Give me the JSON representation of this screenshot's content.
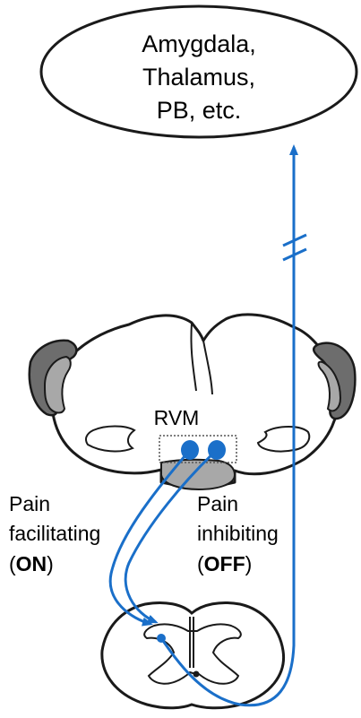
{
  "target_label": {
    "lines": [
      "Amygdala,",
      "Thalamus,",
      "PB, etc."
    ]
  },
  "rvm_label": "RVM",
  "facilitating_label": {
    "line1": "Pain",
    "line2": "facilitating",
    "open": "(",
    "strong": "ON",
    "close": ")"
  },
  "inhibiting_label": {
    "line1": "Pain",
    "line2": "inhibiting",
    "open": "(",
    "strong": "OFF",
    "close": ")"
  },
  "colors": {
    "pathway": "#1a6fc9",
    "outline": "#1a1a1a",
    "shade_dark": "#6d6d6d",
    "shade_mid": "#a8a8a8",
    "rvm_box": "#555555"
  }
}
